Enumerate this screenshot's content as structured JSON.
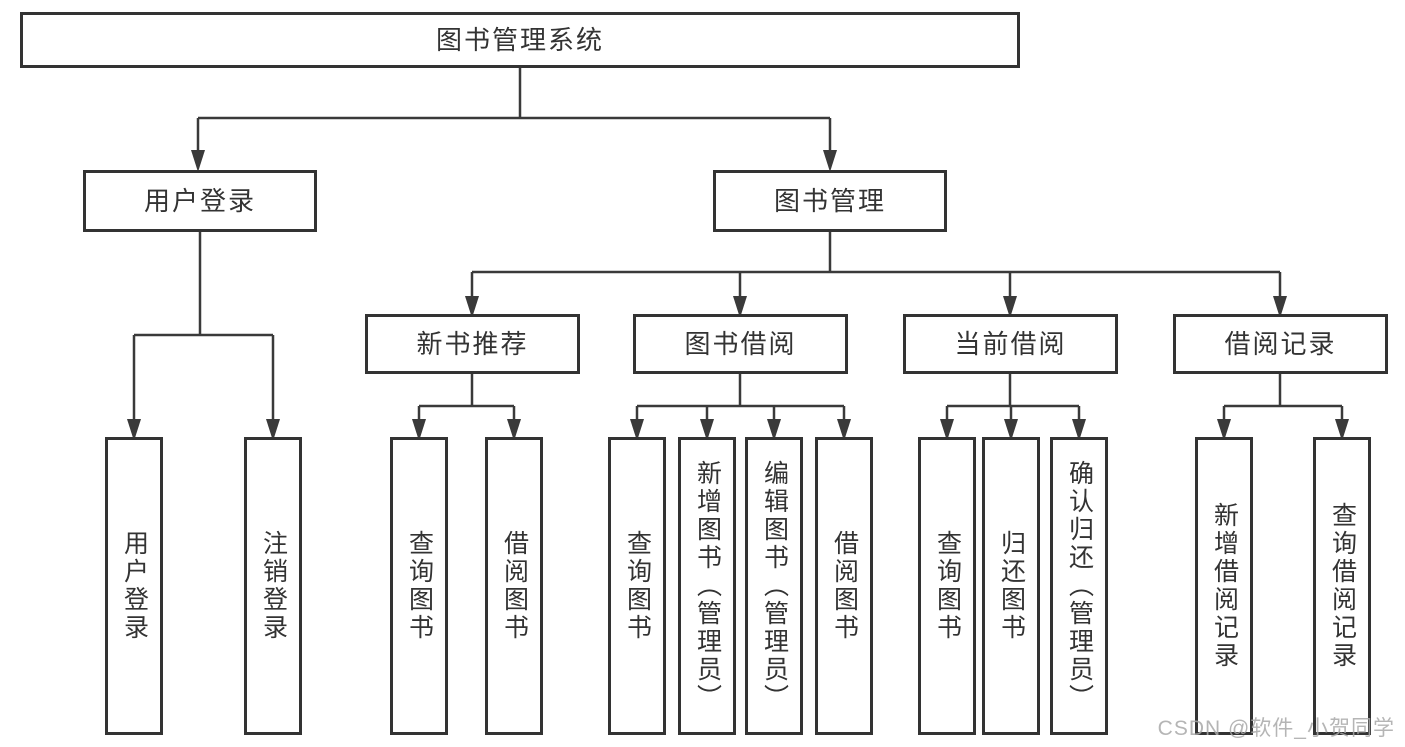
{
  "diagram_title": "图书管理系统",
  "tree": {
    "label": "图书管理系统",
    "children": [
      {
        "label": "用户登录",
        "children": [
          {
            "label": "用户登录"
          },
          {
            "label": "注销登录"
          }
        ]
      },
      {
        "label": "图书管理",
        "children": [
          {
            "label": "新书推荐",
            "children": [
              {
                "label": "查询图书"
              },
              {
                "label": "借阅图书"
              }
            ]
          },
          {
            "label": "图书借阅",
            "children": [
              {
                "label": "查询图书"
              },
              {
                "label": "新增图书（管理员）"
              },
              {
                "label": "编辑图书（管理员）"
              },
              {
                "label": "借阅图书"
              }
            ]
          },
          {
            "label": "当前借阅",
            "children": [
              {
                "label": "查询图书"
              },
              {
                "label": "归还图书"
              },
              {
                "label": "确认归还（管理员）"
              }
            ]
          },
          {
            "label": "借阅记录",
            "children": [
              {
                "label": "新增借阅记录"
              },
              {
                "label": "查询借阅记录"
              }
            ]
          }
        ]
      }
    ]
  },
  "watermark": {
    "text": "CSDN @软件_小贺同学",
    "color": "#a8a8a8"
  },
  "colors": {
    "line": "#3a3a3a",
    "border": "#333333",
    "text": "#333333",
    "background": "#ffffff"
  }
}
